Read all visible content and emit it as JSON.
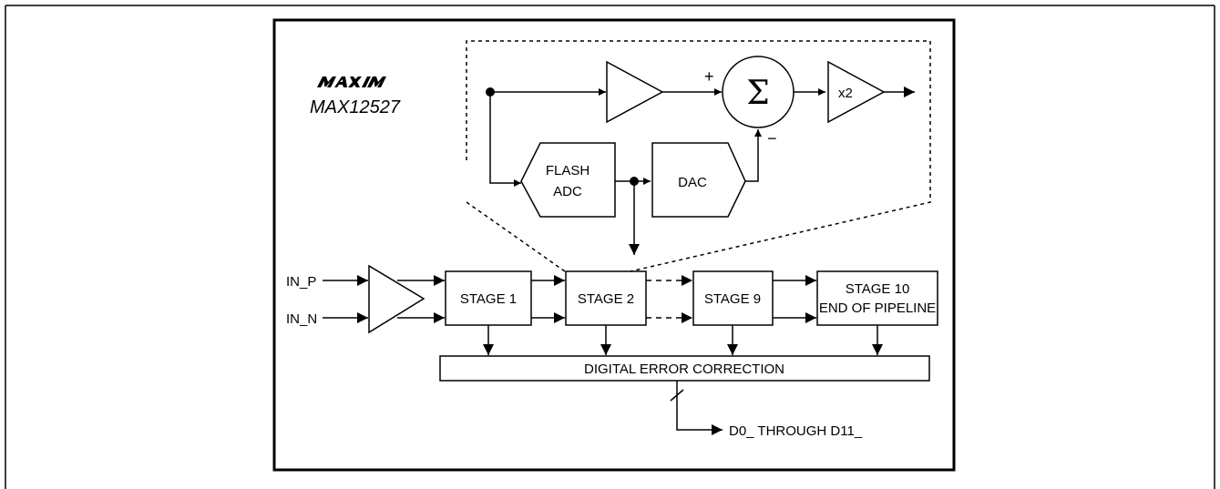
{
  "brand": {
    "logo_text": "MAXIM",
    "part_number": "MAX12527"
  },
  "detail": {
    "flash_adc_line1": "FLASH",
    "flash_adc_line2": "ADC",
    "dac": "DAC",
    "summer_symbol": "Σ",
    "plus_sign": "+",
    "minus_sign": "−",
    "gain": "x2"
  },
  "pipeline": {
    "inputs": [
      "IN_P",
      "IN_N"
    ],
    "stage1": "STAGE 1",
    "stage2": "STAGE 2",
    "stage9": "STAGE 9",
    "stage10_line1": "STAGE 10",
    "stage10_line2": "END OF PIPELINE",
    "correction": "DIGITAL ERROR CORRECTION",
    "output": "D0_ THROUGH D11_"
  },
  "colors": {
    "stroke": "#000000",
    "background": "#ffffff"
  }
}
